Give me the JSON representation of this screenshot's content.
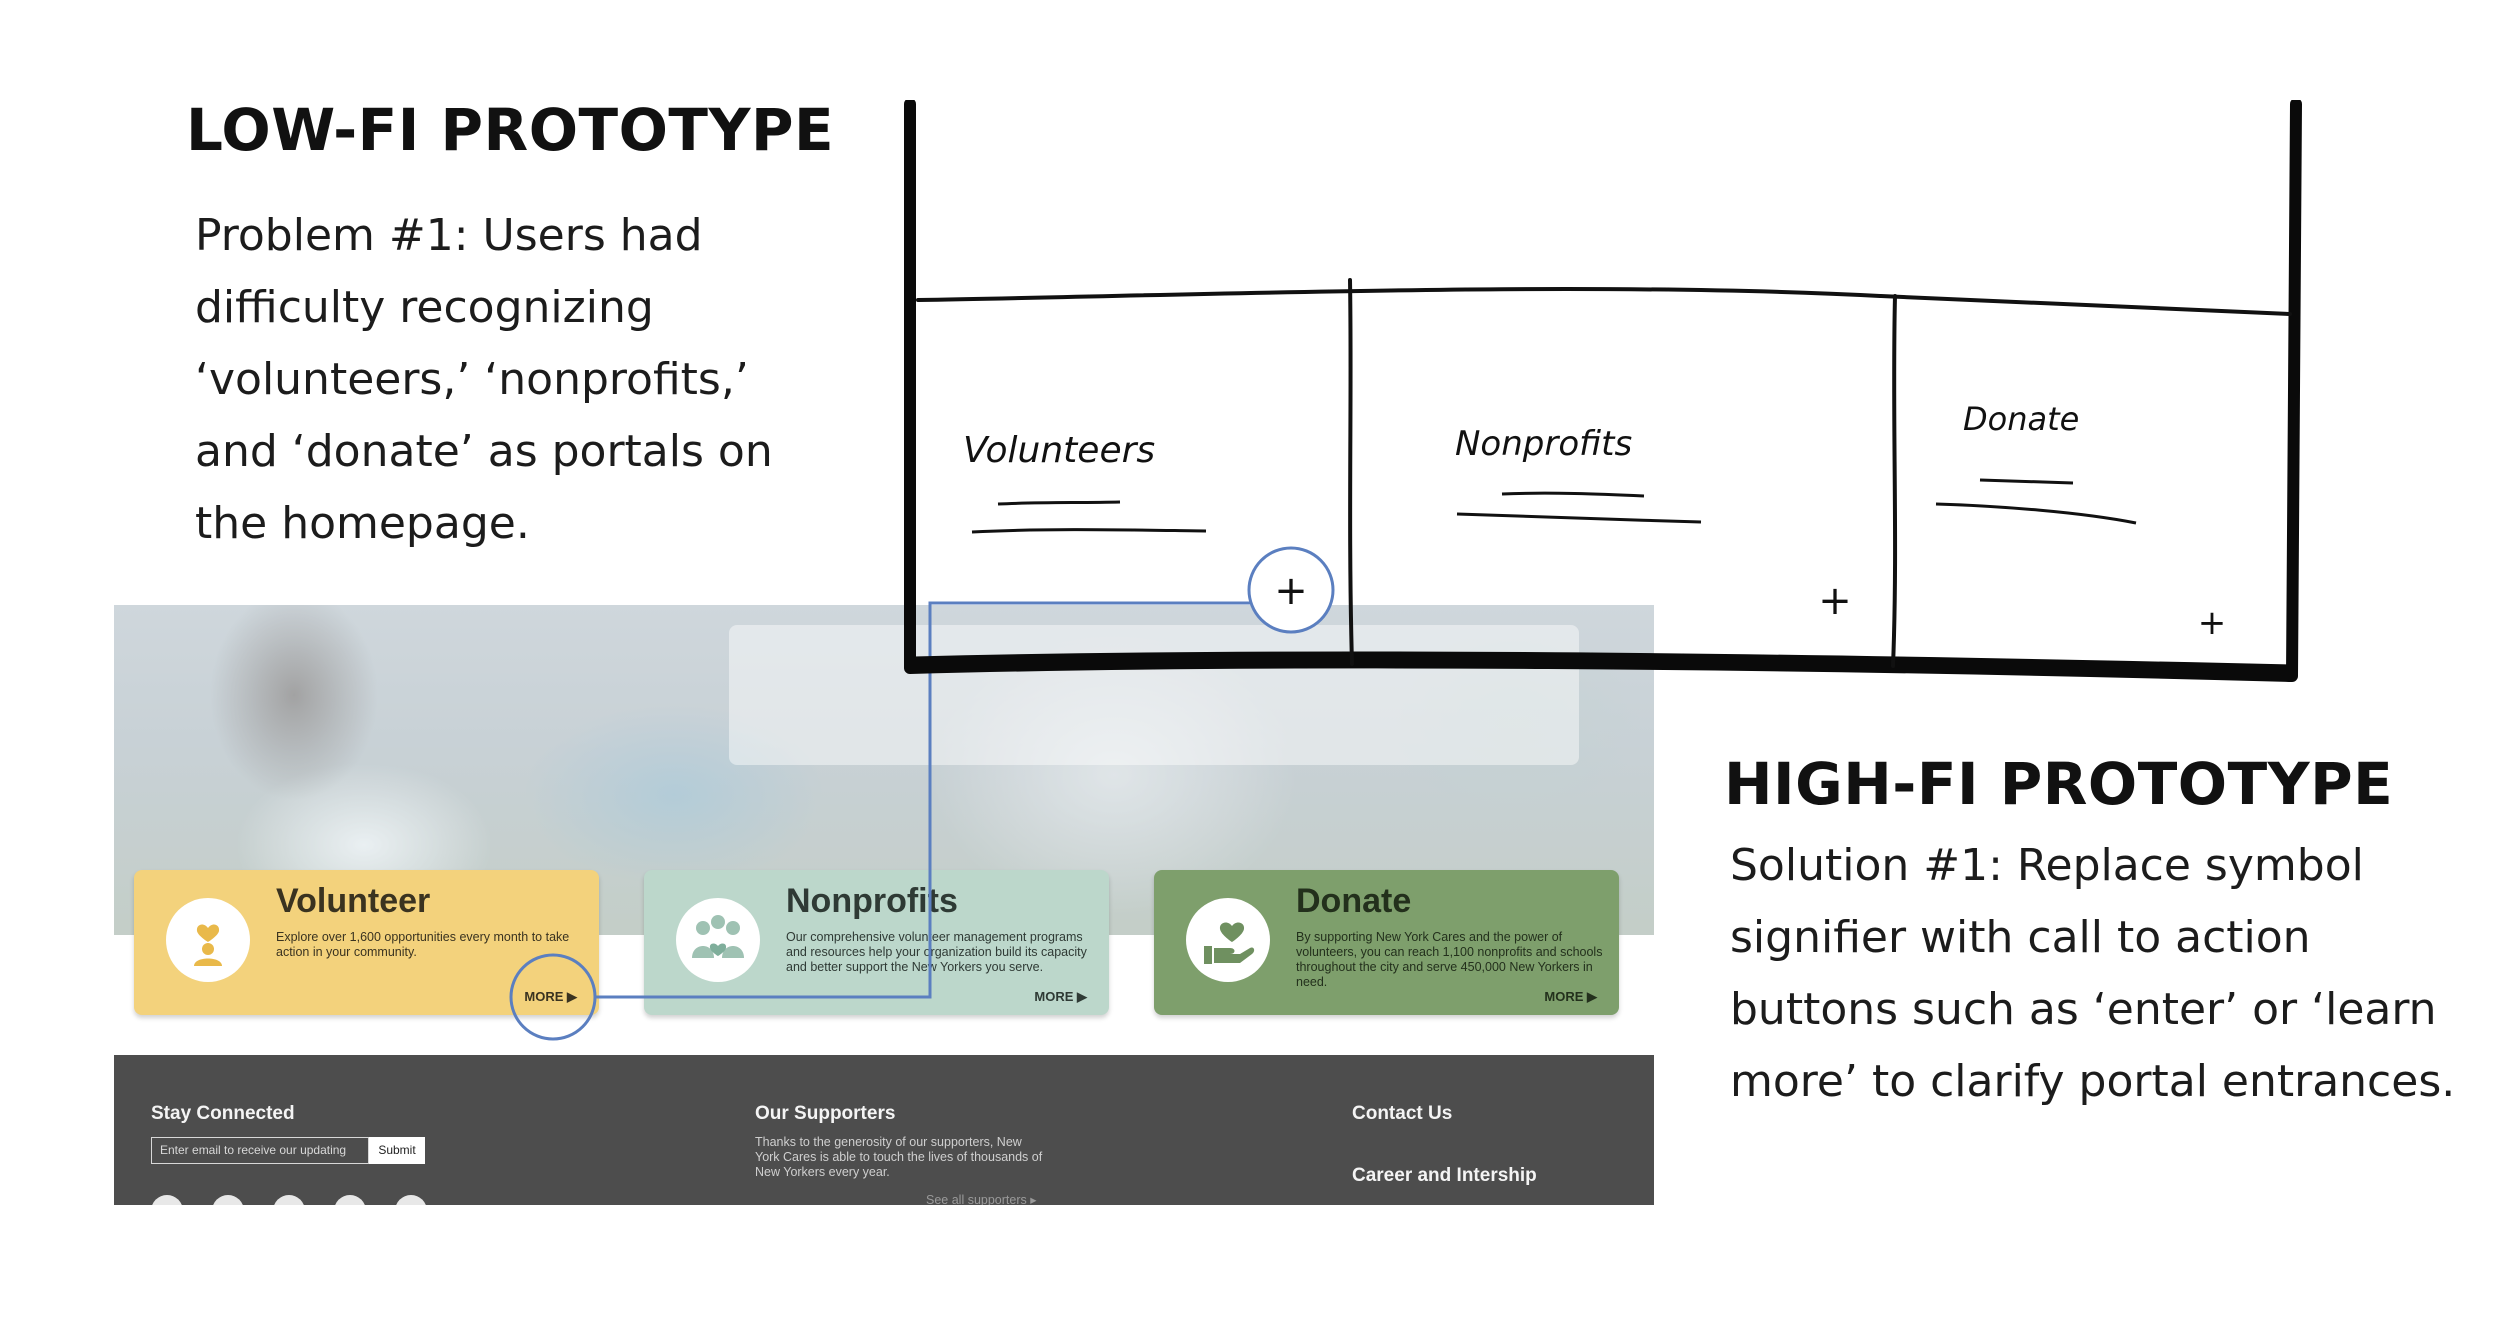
{
  "lofi": {
    "heading": "LOW-FI PROTOTYPE",
    "problem": "Problem #1: Users had difficulty recognizing ‘volunteers,’ ‘nonprofits,’ and ‘donate’ as portals on the homepage.",
    "sketch": {
      "labels": [
        "Volunteers",
        "Nonprofits",
        "Donate"
      ],
      "plus_symbol": "+"
    }
  },
  "hifi": {
    "heading": "HIGH-FI PROTOTYPE",
    "solution": "Solution #1: Replace symbol signifier with call to action buttons such as ‘enter’ or ‘learn more’ to clarify portal entrances.",
    "cards": [
      {
        "title": "Volunteer",
        "description": "Explore over 1,600 opportunities every month to take action in your community.",
        "more": "MORE ▶",
        "color": "#f3d27c",
        "icon": "volunteer-heart-person-icon"
      },
      {
        "title": "Nonprofits",
        "description": "Our comprehensive volunteer management programs and resources help your organization build its capacity and better support the New Yorkers you serve.",
        "more": "MORE ▶",
        "color": "#bcd7cb",
        "icon": "group-heart-icon"
      },
      {
        "title": "Donate",
        "description": "By supporting New York Cares and the power of volunteers, you can reach 1,100 nonprofits and schools throughout the city and serve 450,000 New Yorkers in need.",
        "more": "MORE ▶",
        "color": "#7e9f6c",
        "icon": "hand-heart-icon"
      }
    ],
    "footer": {
      "stay_connected": "Stay Connected",
      "email_placeholder": "Enter email to receive our updating",
      "submit": "Submit",
      "supporters_title": "Our Supporters",
      "supporters_text": "Thanks to the generosity of our supporters, New York Cares is able to touch the lives of thousands of New Yorkers every year.",
      "see_all": "See all supporters ▸",
      "contact": "Contact Us",
      "career": "Career and Intership"
    }
  },
  "colors": {
    "highlight": "#5b7fc0",
    "footer": "#4d4d4d"
  }
}
